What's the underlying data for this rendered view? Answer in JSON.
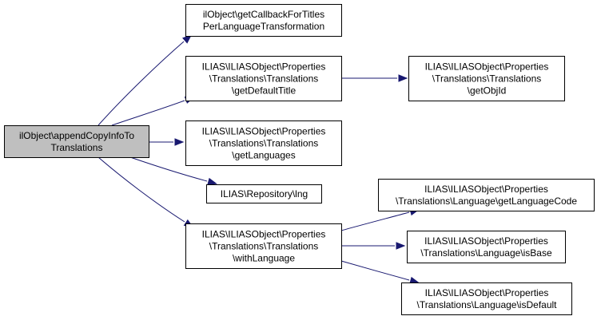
{
  "colors": {
    "node_border": "#000000",
    "node_fill": "#ffffff",
    "root_fill": "#bfbfbf",
    "edge": "#191970"
  },
  "nodes": [
    {
      "id": "append-copy-info",
      "root": true,
      "lines": [
        "ilObject\\appendCopyInfoTo",
        "Translations"
      ]
    },
    {
      "id": "get-callback",
      "lines": [
        "ilObject\\getCallbackForTitles",
        "PerLanguageTransformation"
      ]
    },
    {
      "id": "get-default-title",
      "lines": [
        "ILIAS\\ILIASObject\\Properties",
        "\\Translations\\Translations",
        "\\getDefaultTitle"
      ]
    },
    {
      "id": "get-obj-id",
      "lines": [
        "ILIAS\\ILIASObject\\Properties",
        "\\Translations\\Translations",
        "\\getObjId"
      ]
    },
    {
      "id": "get-languages",
      "lines": [
        "ILIAS\\ILIASObject\\Properties",
        "\\Translations\\Translations",
        "\\getLanguages"
      ]
    },
    {
      "id": "repository-lng",
      "lines": [
        "ILIAS\\Repository\\lng"
      ]
    },
    {
      "id": "with-language",
      "lines": [
        "ILIAS\\ILIASObject\\Properties",
        "\\Translations\\Translations",
        "\\withLanguage"
      ]
    },
    {
      "id": "get-language-code",
      "lines": [
        "ILIAS\\ILIASObject\\Properties",
        "\\Translations\\Language\\getLanguageCode"
      ]
    },
    {
      "id": "is-base",
      "lines": [
        "ILIAS\\ILIASObject\\Properties",
        "\\Translations\\Language\\isBase"
      ]
    },
    {
      "id": "is-default",
      "lines": [
        "ILIAS\\ILIASObject\\Properties",
        "\\Translations\\Language\\isDefault"
      ]
    }
  ],
  "edges": [
    {
      "from": "append-copy-info",
      "to": "get-callback"
    },
    {
      "from": "append-copy-info",
      "to": "get-default-title"
    },
    {
      "from": "append-copy-info",
      "to": "get-languages"
    },
    {
      "from": "append-copy-info",
      "to": "repository-lng"
    },
    {
      "from": "append-copy-info",
      "to": "with-language"
    },
    {
      "from": "get-default-title",
      "to": "get-obj-id"
    },
    {
      "from": "with-language",
      "to": "get-language-code"
    },
    {
      "from": "with-language",
      "to": "is-base"
    },
    {
      "from": "with-language",
      "to": "is-default"
    }
  ]
}
